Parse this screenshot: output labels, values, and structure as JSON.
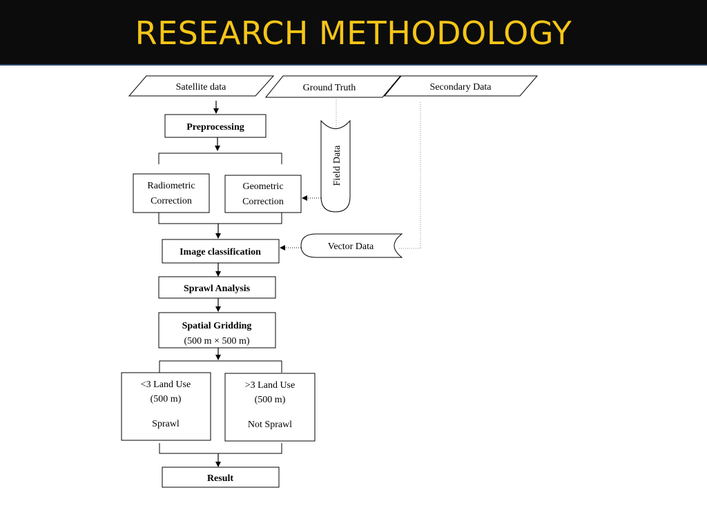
{
  "title": "RESEARCH METHODOLOGY",
  "colors": {
    "title_bg": "#0c0c0c",
    "title_text": "#f5c518",
    "line": "#000000"
  },
  "inputs": {
    "satellite": "Satellite data",
    "ground_truth": "Ground Truth",
    "secondary": "Secondary Data",
    "field_data": "Field Data",
    "vector_data": "Vector Data"
  },
  "steps": {
    "preprocessing": "Preprocessing",
    "radiometric": [
      "Radiometric",
      "Correction"
    ],
    "geometric": [
      "Geometric",
      "Correction"
    ],
    "classification": "Image classification",
    "sprawl_analysis": "Sprawl Analysis",
    "gridding": [
      "Spatial Gridding",
      "(500 m × 500 m)"
    ],
    "less_than": [
      "<3 Land Use",
      "(500 m)",
      "Sprawl"
    ],
    "greater_than": [
      ">3 Land Use",
      "(500 m)",
      "Not Sprawl"
    ],
    "result": "Result"
  }
}
